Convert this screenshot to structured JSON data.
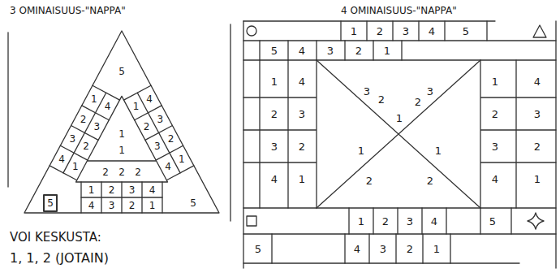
{
  "diagram": {
    "labels": [
      "3 OMINAISUUS-\"NAPPA\"",
      "4 OMINAISUUS-\"NAPPA\"",
      "5",
      "4",
      "3",
      "2",
      "1",
      "1",
      "2",
      "3",
      "4",
      "4",
      "3",
      "2",
      "1",
      "1",
      "2",
      "3",
      "4",
      "1",
      "1",
      "2",
      "2",
      "2",
      "4",
      "3",
      "2",
      "1",
      "1",
      "2",
      "3",
      "4",
      "5",
      "5",
      "VOI KESKUSTA:",
      "1, 1, 2 (JOTAIN)",
      "1",
      "2",
      "3",
      "4",
      "5",
      "5",
      "4",
      "3",
      "2",
      "1",
      "1",
      "4",
      "2",
      "3",
      "3",
      "2",
      "4",
      "1",
      "3",
      "3",
      "2",
      "2",
      "1",
      "1",
      "1",
      "2",
      "2",
      "1",
      "4",
      "2",
      "3",
      "3",
      "2",
      "4",
      "1",
      "1",
      "2",
      "3",
      "4",
      "5",
      "5",
      "4",
      "3",
      "2",
      "1"
    ]
  }
}
